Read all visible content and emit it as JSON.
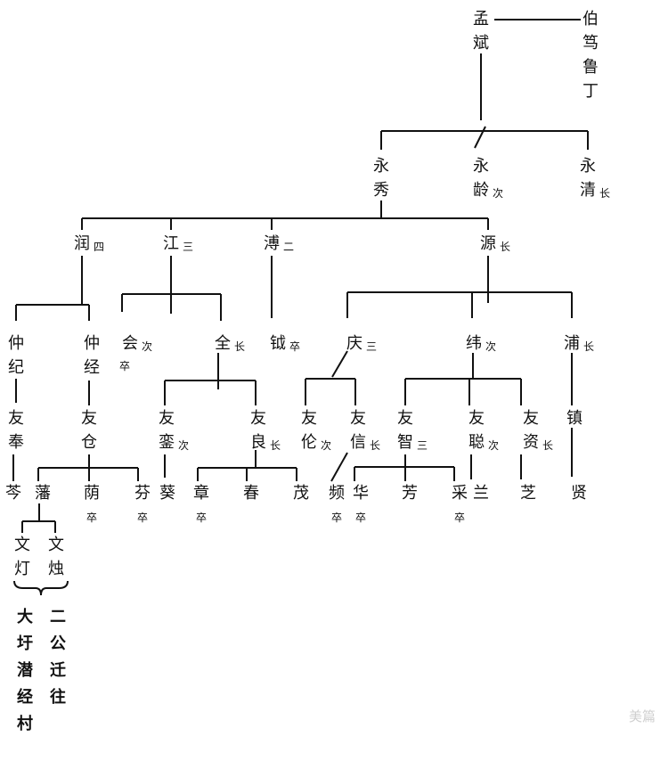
{
  "nodes": [
    {
      "name": "孟斌",
      "note": ""
    },
    {
      "name": "伯笃鲁丁",
      "note": ""
    },
    {
      "name": "永秀",
      "note": ""
    },
    {
      "name": "永龄",
      "note": "次"
    },
    {
      "name": "永清",
      "note": "长"
    },
    {
      "name": "润",
      "note": "四"
    },
    {
      "name": "江",
      "note": "三"
    },
    {
      "name": "溥",
      "note": "二"
    },
    {
      "name": "源",
      "note": "长"
    },
    {
      "name": "仲纪",
      "note": ""
    },
    {
      "name": "仲经",
      "note": ""
    },
    {
      "name": "会",
      "note": "次"
    },
    {
      "name": "全",
      "note": "长"
    },
    {
      "name": "钺",
      "note": "卒"
    },
    {
      "name": "庆",
      "note": "三"
    },
    {
      "name": "纬",
      "note": "次"
    },
    {
      "name": "浦",
      "note": "长"
    },
    {
      "name": "友奉",
      "note": ""
    },
    {
      "name": "友仓",
      "note": ""
    },
    {
      "name": "友銮",
      "note": "次"
    },
    {
      "name": "友良",
      "note": "长"
    },
    {
      "name": "友伦",
      "note": "次"
    },
    {
      "name": "友信",
      "note": "长"
    },
    {
      "name": "友智",
      "note": "三"
    },
    {
      "name": "友聪",
      "note": "次"
    },
    {
      "name": "友资",
      "note": "长"
    },
    {
      "name": "镇",
      "note": ""
    },
    {
      "name": "芩",
      "note": ""
    },
    {
      "name": "藩",
      "note": ""
    },
    {
      "name": "荫",
      "note": ""
    },
    {
      "name": "芬",
      "note": ""
    },
    {
      "name": "葵",
      "note": ""
    },
    {
      "name": "章",
      "note": ""
    },
    {
      "name": "春",
      "note": ""
    },
    {
      "name": "茂",
      "note": ""
    },
    {
      "name": "频",
      "note": ""
    },
    {
      "name": "华",
      "note": ""
    },
    {
      "name": "芳",
      "note": ""
    },
    {
      "name": "采",
      "note": ""
    },
    {
      "name": "兰",
      "note": ""
    },
    {
      "name": "芝",
      "note": ""
    },
    {
      "name": "贤",
      "note": ""
    },
    {
      "name": "文灯",
      "note": ""
    },
    {
      "name": "文烛",
      "note": ""
    },
    {
      "name": "大圩潜经村",
      "note": ""
    },
    {
      "name": "二公迁往",
      "note": ""
    }
  ],
  "death_marks": [
    "卒",
    "卒",
    "卒",
    "卒",
    "卒",
    "卒",
    "卒"
  ],
  "watermark": "美篇"
}
